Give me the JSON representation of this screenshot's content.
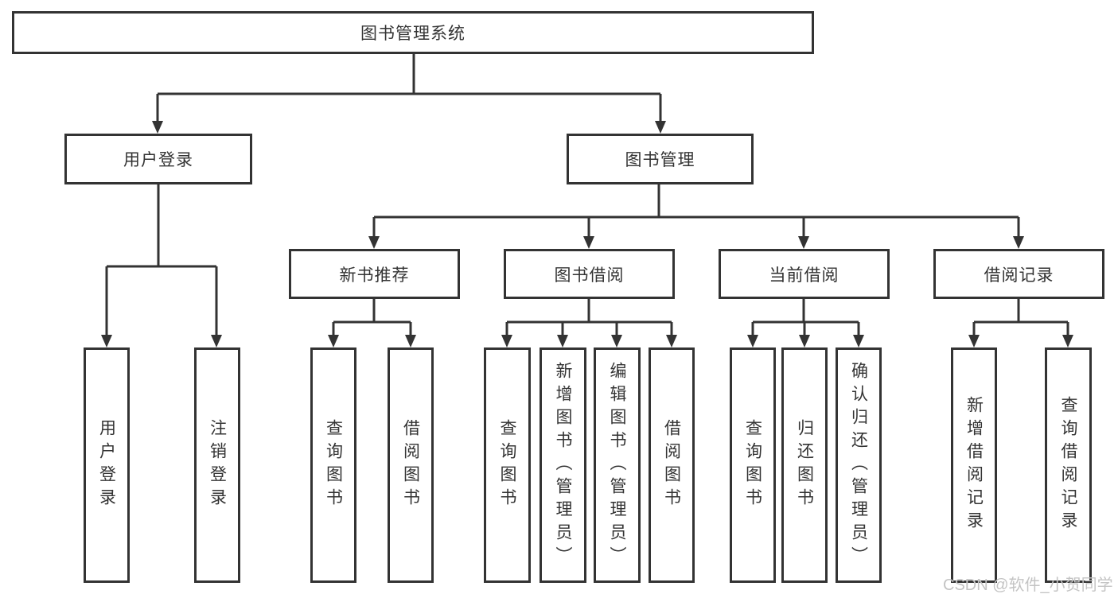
{
  "diagram": {
    "title": "图书管理系统",
    "branches": [
      {
        "label": "用户登录",
        "children": [
          {
            "label": "用户登录"
          },
          {
            "label": "注销登录"
          }
        ]
      },
      {
        "label": "图书管理",
        "children": [
          {
            "label": "新书推荐",
            "children": [
              {
                "label": "查询图书"
              },
              {
                "label": "借阅图书"
              }
            ]
          },
          {
            "label": "图书借阅",
            "children": [
              {
                "label": "查询图书"
              },
              {
                "label": "新增图书（管理员）"
              },
              {
                "label": "编辑图书（管理员）"
              },
              {
                "label": "借阅图书"
              }
            ]
          },
          {
            "label": "当前借阅",
            "children": [
              {
                "label": "查询图书"
              },
              {
                "label": "归还图书"
              },
              {
                "label": "确认归还（管理员）"
              }
            ]
          },
          {
            "label": "借阅记录",
            "children": [
              {
                "label": "新增借阅记录"
              },
              {
                "label": "查询借阅记录"
              }
            ]
          }
        ]
      }
    ]
  },
  "watermark": {
    "text": "CSDN @软件_小贺同学"
  },
  "colors": {
    "line": "#333333",
    "box_border": "#333333",
    "text": "#333333",
    "watermark": "#c4c4c4",
    "background": "#ffffff"
  }
}
